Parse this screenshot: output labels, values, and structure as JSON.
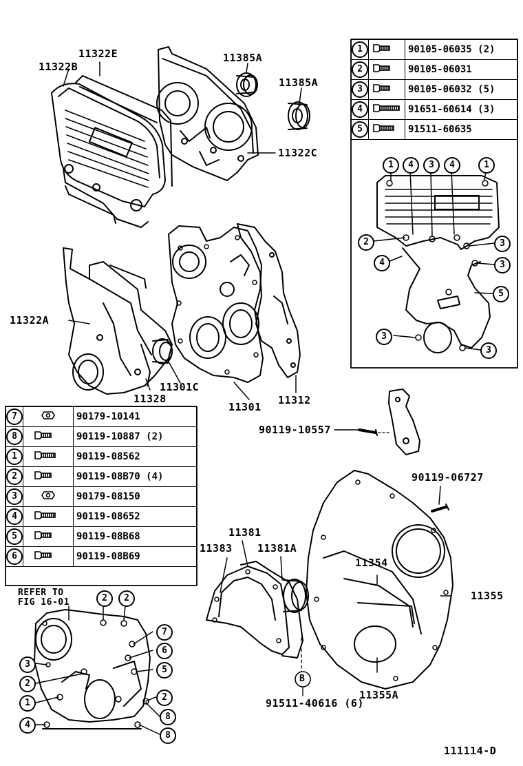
{
  "diagram_code": "111114-D",
  "upper_table": [
    {
      "key": "1",
      "part": "90105-06035 (2)"
    },
    {
      "key": "2",
      "part": "90105-06031"
    },
    {
      "key": "3",
      "part": "90105-06032 (5)"
    },
    {
      "key": "4",
      "part": "91651-60614 (3)"
    },
    {
      "key": "5",
      "part": "91511-60635"
    }
  ],
  "lower_table": [
    {
      "key": "7",
      "part": "90179-10141"
    },
    {
      "key": "8",
      "part": "90119-10887 (2)"
    },
    {
      "key": "1",
      "part": "90119-08562"
    },
    {
      "key": "2",
      "part": "90119-08B70 (4)"
    },
    {
      "key": "3",
      "part": "90179-08150"
    },
    {
      "key": "4",
      "part": "90119-08652"
    },
    {
      "key": "5",
      "part": "90119-08B68"
    },
    {
      "key": "6",
      "part": "90119-08B69"
    }
  ],
  "part_labels": {
    "l11322E": "11322E",
    "l11322B": "11322B",
    "l11385A_1": "11385A",
    "l11385A_2": "11385A",
    "l11322C": "11322C",
    "l11322A": "11322A",
    "l11328": "11328",
    "l11301C": "11301C",
    "l11301": "11301",
    "l11312": "11312",
    "l90119_10557": "90119-10557",
    "l90119_06727": "90119-06727",
    "l11381": "11381",
    "l11383": "11383",
    "l11381A": "11381A",
    "l11354": "11354",
    "l11355": "11355",
    "l11355A": "11355A",
    "l91511_40616": "91511-40616 (6)",
    "refer_to_1": "REFER TO",
    "refer_to_2": "FIG 16-01",
    "ref_B": "B"
  },
  "callouts_upper_detail": [
    "1",
    "4",
    "3",
    "4",
    "1",
    "2",
    "3",
    "4",
    "3",
    "5",
    "3",
    "3"
  ],
  "callouts_lower_detail": [
    "2",
    "2",
    "7",
    "6",
    "3",
    "5",
    "2",
    "2",
    "1",
    "8",
    "4",
    "8"
  ]
}
